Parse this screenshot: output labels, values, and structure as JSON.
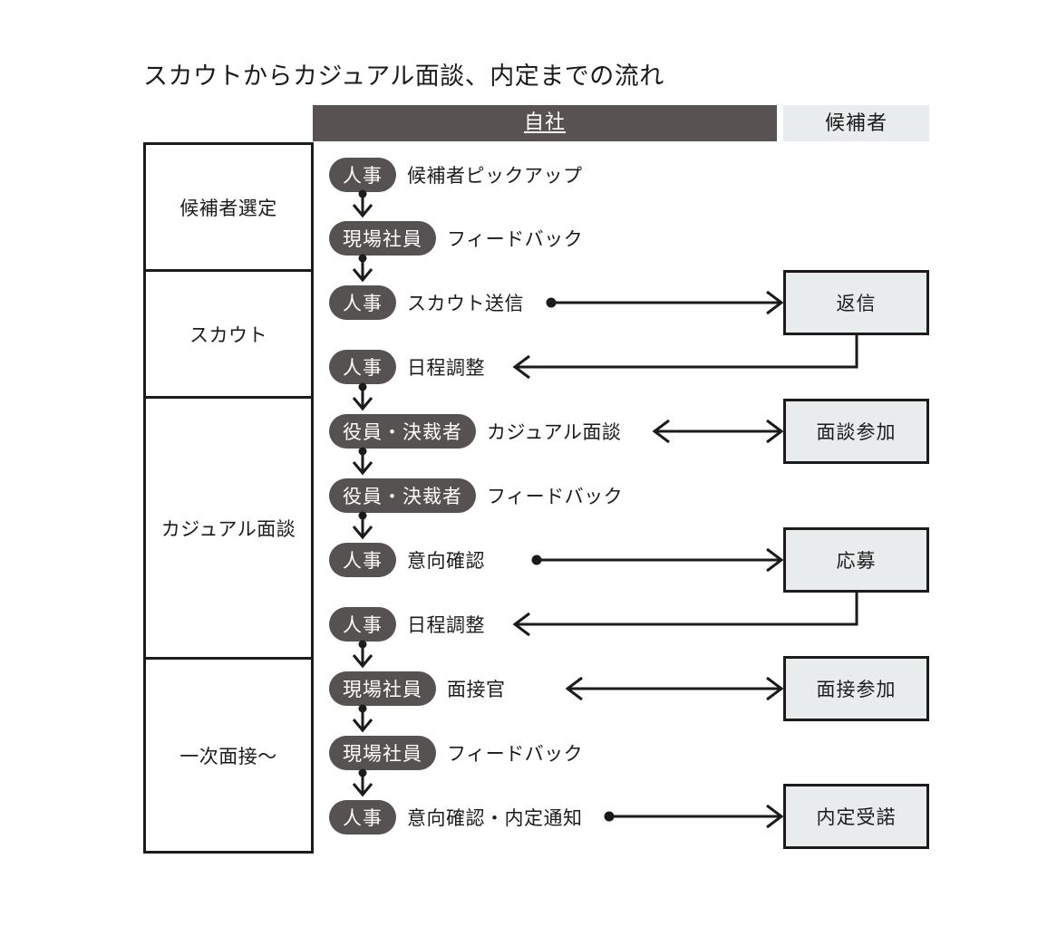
{
  "title": "スカウトからカジュアル面談、内定までの流れ",
  "headers": {
    "company": "自社",
    "candidate": "候補者"
  },
  "phases": [
    {
      "label": "候補者選定"
    },
    {
      "label": "スカウト"
    },
    {
      "label": "カジュアル面談"
    },
    {
      "label": "一次面接〜"
    }
  ],
  "flow_rows": [
    {
      "role": "人事",
      "step": "候補者ピックアップ"
    },
    {
      "role": "現場社員",
      "step": "フィードバック"
    },
    {
      "role": "人事",
      "step": "スカウト送信"
    },
    {
      "role": "人事",
      "step": "日程調整"
    },
    {
      "role": "役員・決裁者",
      "step": "カジュアル面談"
    },
    {
      "role": "役員・決裁者",
      "step": "フィードバック"
    },
    {
      "role": "人事",
      "step": "意向確認"
    },
    {
      "role": "人事",
      "step": "日程調整"
    },
    {
      "role": "現場社員",
      "step": "面接官"
    },
    {
      "role": "現場社員",
      "step": "フィードバック"
    },
    {
      "role": "人事",
      "step": "意向確認・内定通知"
    }
  ],
  "candidate_boxes": [
    {
      "label": "返信"
    },
    {
      "label": "面談参加"
    },
    {
      "label": "応募"
    },
    {
      "label": "面接参加"
    },
    {
      "label": "内定受諾"
    }
  ],
  "colors": {
    "header_company_bg": "#585352",
    "header_candidate_bg": "#e8ecec",
    "pill_bg": "#575252",
    "box_bg": "#e8ecec",
    "line": "#1b1b1b",
    "page_bg": "#ffffff"
  }
}
